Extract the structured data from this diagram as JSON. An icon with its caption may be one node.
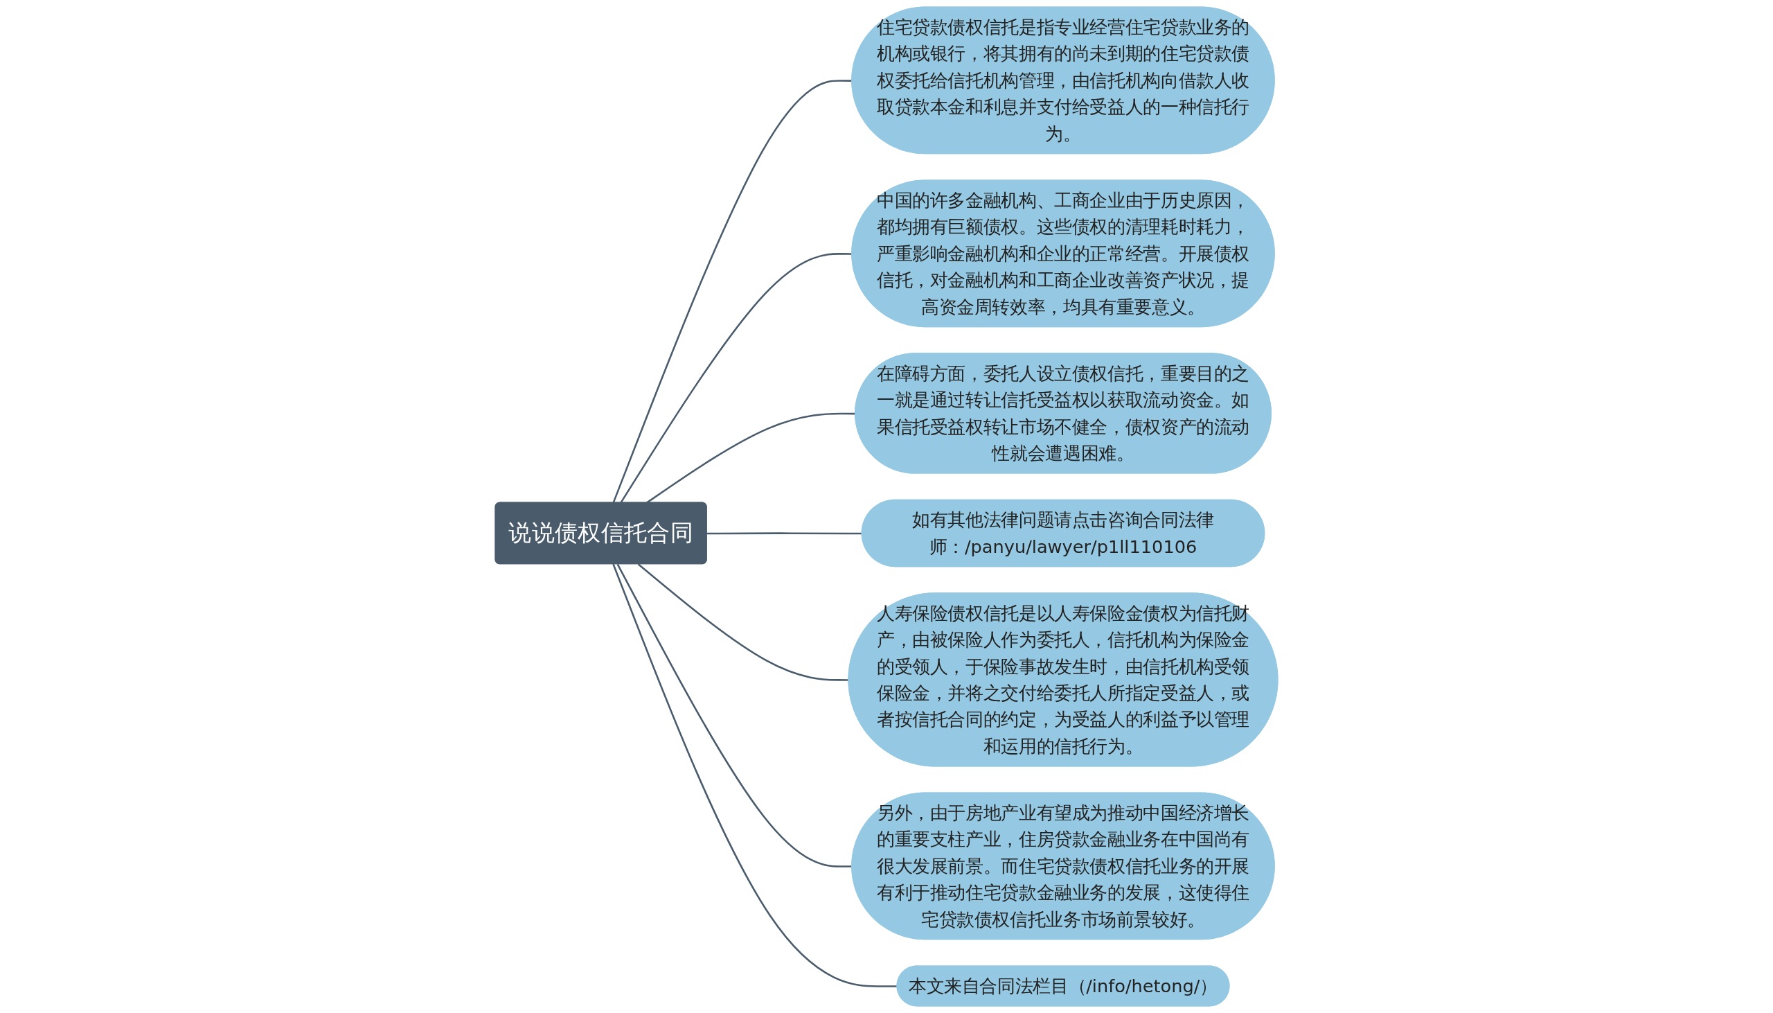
{
  "diagram": {
    "nodes": [
      {
        "text": [
          "说说债权信托合同"
        ]
      },
      {
        "text": [
          "住宅贷款债权信托是指专业经营住宅贷款业务的机构或银行，将其拥有的尚未到期的住宅贷款债权委托给信托机构管理，由信托机构向借款人收取贷款本金和利息并支付给受益人的一种信托行为。"
        ]
      },
      {
        "text": [
          "中国的许多金融机构、工商企业由于历史原因，都均拥有巨额债权。这些债权的清理耗时耗力，严重影响金融机构和企业的正常经营。开展债权信托，对金融机构和工商企业改善资产状况，提高资金周转效率，均具有重要意义。"
        ]
      },
      {
        "text": [
          "在障碍方面，委托人设立债权信托，重要目的之一就是通过转让信托受益权以获取流动资金。如果信托受益权转让市场不健全，债权资产的流动性就会遭遇困难。"
        ]
      },
      {
        "text": [
          "如有其他法律问题请点击咨询合同法律师：/panyu/lawyer/p1ll110106"
        ]
      },
      {
        "text": [
          "人寿保险债权信托是以人寿保险金债权为信托财产，由被保险人作为委托人，信托机构为保险金的受领人，于保险事故发生时，由信托机构受领保险金，并将之交付给委托人所指定受益人，或者按信托合同的约定，为受益人的利益予以管理和运用的信托行为。"
        ]
      },
      {
        "text": [
          "另外，由于房地产业有望成为推动中国经济增长的重要支柱产业，住房贷款金融业务在中国尚有很大发展前景。而住宅贷款债权信托业务的开展有利于推动住宅贷款金融业务的发展，这使得住宅贷款债权信托业务市场前景较好。"
        ]
      },
      {
        "text": [
          "本文来自合同法栏目（/info/hetong/）"
        ]
      }
    ],
    "edges": [
      {
        "from": 0,
        "to": 1,
        "arrow": "none"
      },
      {
        "from": 0,
        "to": 2,
        "arrow": "none"
      },
      {
        "from": 0,
        "to": 3,
        "arrow": "none"
      },
      {
        "from": 0,
        "to": 4,
        "arrow": "none"
      },
      {
        "from": 0,
        "to": 5,
        "arrow": "none"
      },
      {
        "from": 0,
        "to": 6,
        "arrow": "none"
      },
      {
        "from": 0,
        "to": 7,
        "arrow": "none"
      }
    ]
  }
}
